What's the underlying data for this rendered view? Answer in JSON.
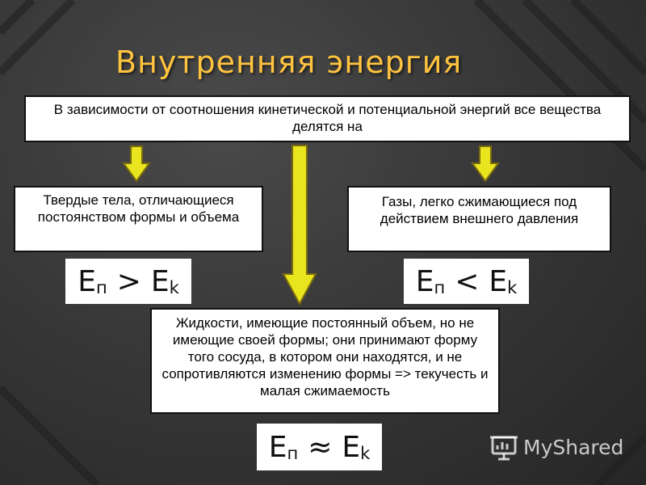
{
  "title": "Внутренняя энергия",
  "boxes": {
    "top": "В зависимости от соотношения кинетической и потенциальной энергий все вещества делятся на",
    "solids": "Твердые тела, отличающиеся постоянством формы и объема",
    "gases": "Газы, легко сжимающиеся под действием внешнего давления",
    "liquids": "Жидкости, имеющие постоянный объем, но не имеющие своей формы;  они принимают форму того сосуда, в котором они находятся, и не сопротивляются изменению формы => текучесть и малая сжимаемость"
  },
  "formulas": {
    "solids": {
      "lhs": "E",
      "lhs_sub": "п",
      "op": ">",
      "rhs": "E",
      "rhs_sub": "k"
    },
    "gases": {
      "lhs": "E",
      "lhs_sub": "п",
      "op": "<",
      "rhs": "E",
      "rhs_sub": "k"
    },
    "liquids": {
      "lhs": "E",
      "lhs_sub": "п",
      "op": "≈",
      "rhs": "E",
      "rhs_sub": "k"
    }
  },
  "watermark": "MyShared",
  "colors": {
    "title": "#ffc43f",
    "arrow": "#e8e41e",
    "arrow_stroke": "#7a6a10"
  }
}
